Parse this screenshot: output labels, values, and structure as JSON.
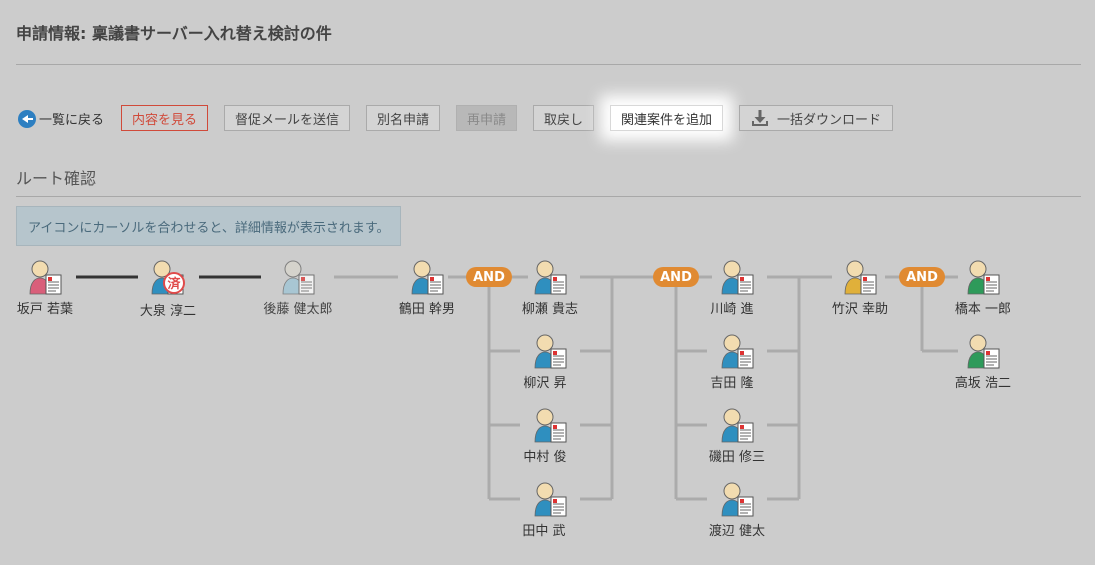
{
  "header": {
    "title": "申請情報: 稟議書サーバー入れ替え検討の件"
  },
  "toolbar": {
    "back_label": "一覧に戻る",
    "view_content": "内容を見る",
    "send_reminder": "督促メールを送信",
    "proxy_apply": "別名申請",
    "reapply": "再申請",
    "withdraw": "取戻し",
    "add_related": "関連案件を追加",
    "bulk_download": "一括ダウンロード"
  },
  "route": {
    "title": "ルート確認",
    "info": "アイコンにカーソルを合わせると、詳細情報が表示されます。",
    "and_label": "AND",
    "stamp_label": "済",
    "people": {
      "p1": "坂戸 若葉",
      "p2": "大泉 淳二",
      "p3": "後藤 健太郎",
      "p4": "鶴田 幹男",
      "g1a": "柳瀬 貴志",
      "g1b": "柳沢 昇",
      "g1c": "中村 俊",
      "g1d": "田中 武",
      "g2a": "川崎 進",
      "g2b": "吉田 隆",
      "g2c": "磯田 修三",
      "g2d": "渡辺 健太",
      "p5": "竹沢 幸助",
      "g3a": "橋本 一郎",
      "g3b": "高坂 浩二"
    }
  },
  "colors": {
    "pink": "#d95f7a",
    "blue": "#2f8fbf",
    "light_blue": "#9cc4d6",
    "gold": "#e0b03a",
    "green": "#2e9a5a",
    "and": "#e08a32",
    "stamp": "#e04a4a"
  }
}
